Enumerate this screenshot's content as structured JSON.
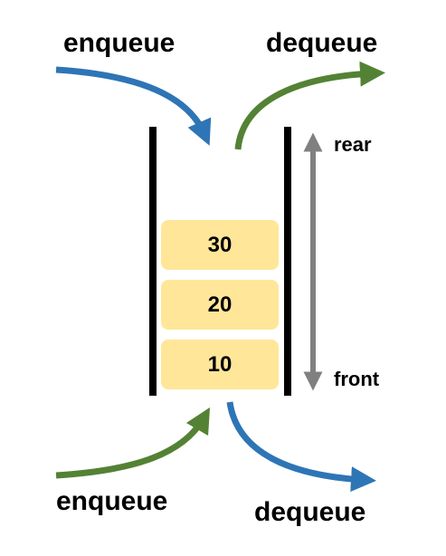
{
  "labels": {
    "enqueue_top": "enqueue",
    "dequeue_top": "dequeue",
    "enqueue_bottom": "enqueue",
    "dequeue_bottom": "dequeue",
    "rear": "rear",
    "front": "front"
  },
  "cells": [
    "30",
    "20",
    "10"
  ],
  "colors": {
    "blue_arrow": "#2e75b6",
    "green_arrow": "#548235",
    "gray_arrow": "#808080",
    "cell_fill": "#ffe699",
    "wall": "#000000"
  }
}
